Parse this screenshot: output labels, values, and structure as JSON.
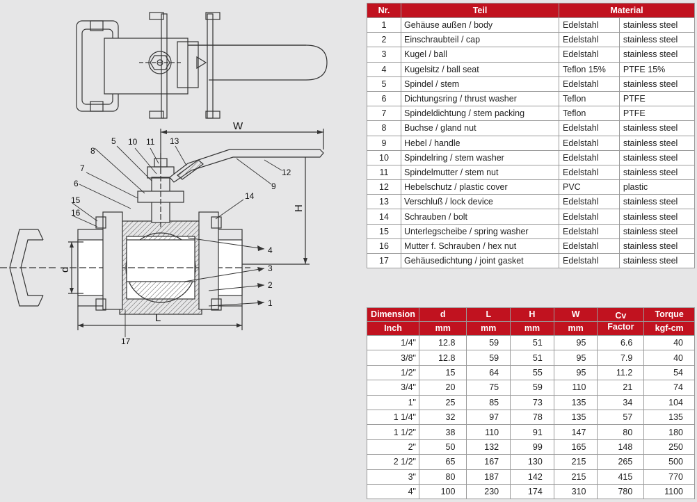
{
  "drawing": {
    "callouts": [
      "1",
      "2",
      "3",
      "4",
      "5",
      "6",
      "7",
      "8",
      "9",
      "10",
      "11",
      "12",
      "13",
      "14",
      "15",
      "16",
      "17"
    ],
    "dimension_labels": {
      "w": "W",
      "h": "H",
      "d": "d",
      "l": "L"
    }
  },
  "parts_table": {
    "headers": {
      "nr": "Nr.",
      "teil": "Teil",
      "material": "Material"
    },
    "rows": [
      {
        "nr": "1",
        "teil": "Gehäuse außen / body",
        "mat_de": "Edelstahl",
        "mat_en": "stainless steel"
      },
      {
        "nr": "2",
        "teil": "Einschraubteil / cap",
        "mat_de": "Edelstahl",
        "mat_en": "stainless steel"
      },
      {
        "nr": "3",
        "teil": "Kugel / ball",
        "mat_de": "Edelstahl",
        "mat_en": "stainless steel"
      },
      {
        "nr": "4",
        "teil": "Kugelsitz / ball seat",
        "mat_de": "Teflon 15%",
        "mat_en": "PTFE 15%"
      },
      {
        "nr": "5",
        "teil": "Spindel / stem",
        "mat_de": "Edelstahl",
        "mat_en": "stainless steel"
      },
      {
        "nr": "6",
        "teil": "Dichtungsring / thrust washer",
        "mat_de": "Teflon",
        "mat_en": "PTFE"
      },
      {
        "nr": "7",
        "teil": "Spindeldichtung / stem packing",
        "mat_de": "Teflon",
        "mat_en": "PTFE"
      },
      {
        "nr": "8",
        "teil": "Buchse / gland nut",
        "mat_de": "Edelstahl",
        "mat_en": "stainless steel"
      },
      {
        "nr": "9",
        "teil": "Hebel / handle",
        "mat_de": "Edelstahl",
        "mat_en": "stainless steel"
      },
      {
        "nr": "10",
        "teil": "Spindelring / stem washer",
        "mat_de": "Edelstahl",
        "mat_en": "stainless steel"
      },
      {
        "nr": "11",
        "teil": "Spindelmutter / stem nut",
        "mat_de": "Edelstahl",
        "mat_en": "stainless steel"
      },
      {
        "nr": "12",
        "teil": "Hebelschutz / plastic cover",
        "mat_de": "PVC",
        "mat_en": "plastic"
      },
      {
        "nr": "13",
        "teil": "Verschluß / lock device",
        "mat_de": "Edelstahl",
        "mat_en": "stainless steel"
      },
      {
        "nr": "14",
        "teil": "Schrauben / bolt",
        "mat_de": "Edelstahl",
        "mat_en": "stainless steel"
      },
      {
        "nr": "15",
        "teil": "Unterlegscheibe / spring washer",
        "mat_de": "Edelstahl",
        "mat_en": "stainless steel"
      },
      {
        "nr": "16",
        "teil": "Mutter f. Schrauben / hex nut",
        "mat_de": "Edelstahl",
        "mat_en": "stainless steel"
      },
      {
        "nr": "17",
        "teil": "Gehäusedichtung / joint gasket",
        "mat_de": "Edelstahl",
        "mat_en": "stainless steel"
      }
    ]
  },
  "dims_table": {
    "headers_top": [
      "Dimension",
      "d",
      "L",
      "H",
      "W",
      "Cv",
      "Torque"
    ],
    "headers_bottom": [
      "Inch",
      "mm",
      "mm",
      "mm",
      "mm",
      "Factor",
      "kgf-cm"
    ],
    "rows": [
      [
        "1/4\"",
        "12.8",
        "59",
        "51",
        "95",
        "6.6",
        "40"
      ],
      [
        "3/8\"",
        "12.8",
        "59",
        "51",
        "95",
        "7.9",
        "40"
      ],
      [
        "1/2\"",
        "15",
        "64",
        "55",
        "95",
        "11.2",
        "54"
      ],
      [
        "3/4\"",
        "20",
        "75",
        "59",
        "110",
        "21",
        "74"
      ],
      [
        "1\"",
        "25",
        "85",
        "73",
        "135",
        "34",
        "104"
      ],
      [
        "1 1/4\"",
        "32",
        "97",
        "78",
        "135",
        "57",
        "135"
      ],
      [
        "1 1/2\"",
        "38",
        "110",
        "91",
        "147",
        "80",
        "180"
      ],
      [
        "2\"",
        "50",
        "132",
        "99",
        "165",
        "148",
        "250"
      ],
      [
        "2 1/2\"",
        "65",
        "167",
        "130",
        "215",
        "265",
        "500"
      ],
      [
        "3\"",
        "80",
        "187",
        "142",
        "215",
        "415",
        "770"
      ],
      [
        "4\"",
        "100",
        "230",
        "174",
        "310",
        "780",
        "1100"
      ]
    ]
  }
}
